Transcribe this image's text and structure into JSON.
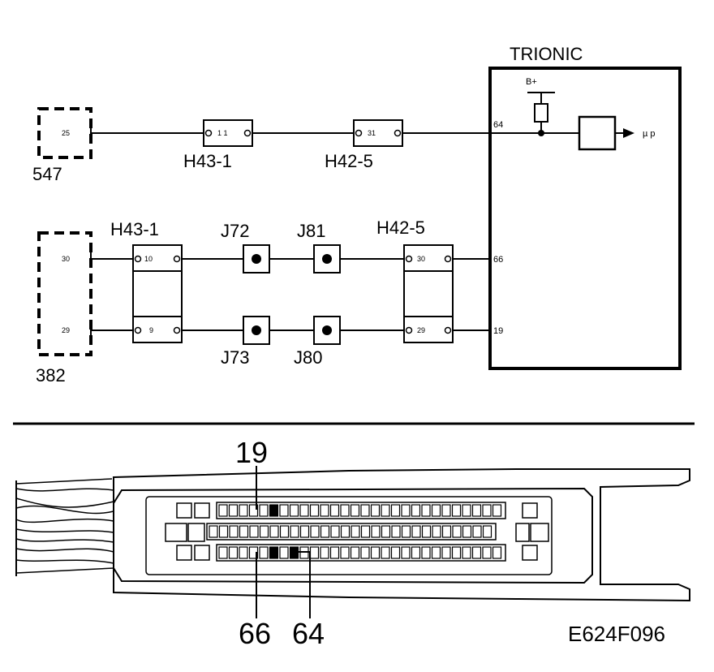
{
  "diagram": {
    "ecu_title": "TRIONIC",
    "ecu_supply": "B+",
    "ecu_output": "µ p",
    "ecu_pins": {
      "top": "64",
      "mid": "66",
      "bottom": "19"
    },
    "component_547": {
      "name": "547",
      "pin": "25"
    },
    "component_382": {
      "name": "382",
      "pin_a": "30",
      "pin_b": "29"
    },
    "connector_h43_1_top": {
      "name": "H43-1",
      "pin": "1 1"
    },
    "connector_h42_5_top": {
      "name": "H42-5",
      "pin": "31"
    },
    "connector_h43_1_bottom": {
      "name": "H43-1",
      "pin_a": "10",
      "pin_b": "9"
    },
    "connector_h42_5_bottom": {
      "name": "H42-5",
      "pin_a": "30",
      "pin_b": "29"
    },
    "splices": {
      "j72": "J72",
      "j81": "J81",
      "j73": "J73",
      "j80": "J80"
    }
  },
  "connector_view": {
    "callout_top": "19",
    "callout_left": "66",
    "callout_right": "64",
    "pins_per_row": 28
  },
  "figure_code": "E624F096"
}
